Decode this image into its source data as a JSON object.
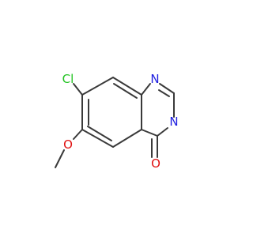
{
  "molecule": {
    "atoms": {
      "cl": {
        "label": "Cl",
        "color": "#22c322"
      },
      "n1": {
        "label": "N",
        "color": "#2020e0"
      },
      "n3": {
        "label": "N",
        "color": "#2020e0"
      },
      "o_methoxy": {
        "label": "O",
        "color": "#e01010"
      },
      "o_carbonyl": {
        "label": "O",
        "color": "#e01010"
      }
    },
    "bond_color": "#3a3a3a"
  }
}
